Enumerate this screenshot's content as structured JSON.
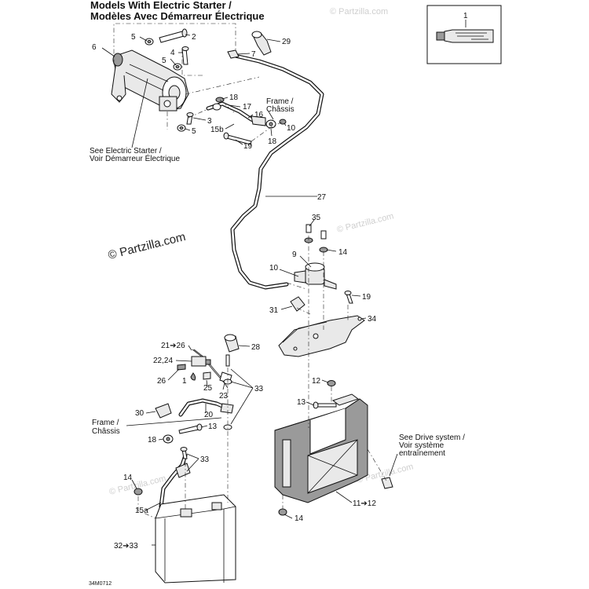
{
  "title": {
    "line1": "Models With Electric Starter /",
    "line2": "Modèles Avec Démarreur Électrique"
  },
  "watermark": {
    "main": "© Partzilla.com",
    "faint": "© Partzilla.com"
  },
  "notes": {
    "electric_starter_1": "See Electric Starter /",
    "electric_starter_2": "Voir Démarreur Électrique",
    "drive_system_1": "See Drive system /",
    "drive_system_2": "Voir système",
    "drive_system_3": "entraînement",
    "frame_1": "Frame /",
    "frame_2": "Châssis"
  },
  "callouts": {
    "c1": "1",
    "c2": "2",
    "c3": "3",
    "c4": "4",
    "c5a": "5",
    "c5b": "5",
    "c5c": "5",
    "c6": "6",
    "c7": "7",
    "c9": "9",
    "c10a": "10",
    "c10b": "10",
    "c12": "12",
    "c13a": "13",
    "c13b": "13",
    "c14a": "14",
    "c14b": "14",
    "c14c": "14",
    "c15a": "15a",
    "c15b": "15b",
    "c16": "16",
    "c17": "17",
    "c18a": "18",
    "c18b": "18",
    "c18c": "18",
    "c19a": "19",
    "c19b": "19",
    "c20": "20",
    "c21_26": "21➔26",
    "c22_24": "22,24",
    "c23": "23",
    "c25": "25",
    "c26": "26",
    "c1b": "1",
    "c27": "27",
    "c28": "28",
    "c29": "29",
    "c30": "30",
    "c31": "31",
    "c32_33": "32➔33",
    "c33a": "33",
    "c33b": "33",
    "c34": "34",
    "c35": "35",
    "c11_12": "11➔12"
  },
  "diagram_code": "34M0712"
}
